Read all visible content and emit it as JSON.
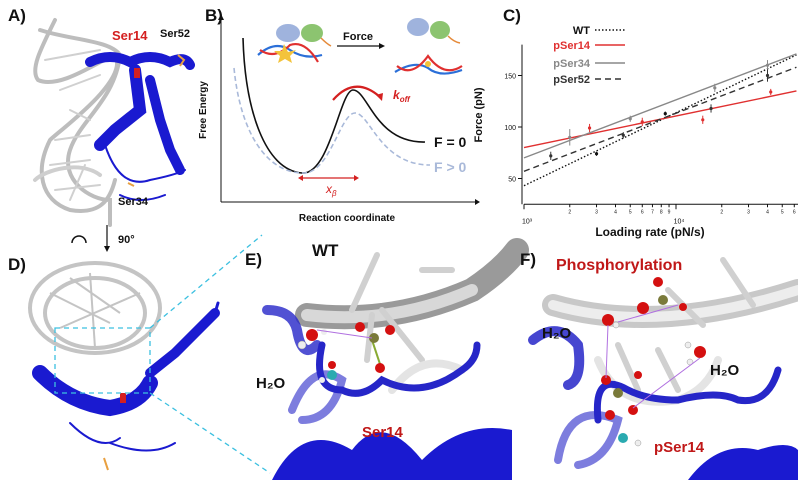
{
  "panels": {
    "a": {
      "label": "A)",
      "ser14": "Ser14",
      "ser52": "Ser52",
      "ser34": "Ser34",
      "rotation": "90°"
    },
    "b": {
      "label": "B)",
      "force": "Force",
      "k": "k",
      "k_sub": "off",
      "x": "x",
      "x_sub": "β",
      "f0": "F = 0",
      "fpos": "F > 0",
      "ylabel": "Free Energy",
      "xlabel": "Reaction coordinate"
    },
    "c": {
      "label": "C)"
    },
    "d": {
      "label": "D)"
    },
    "e": {
      "label": "E)",
      "title": "WT",
      "water": "H₂O",
      "residue": "Ser14"
    },
    "f": {
      "label": "F)",
      "title": "Phosphorylation",
      "water1": "H₂O",
      "water2": "H₂O",
      "residue": "pSer14"
    }
  },
  "colors": {
    "protein": "#1a1ad0",
    "dna": "#c8c8c8",
    "highlight": "#d42020",
    "guide": "#3cc0e0",
    "f_pos_curve": "#a9b9d9"
  },
  "chart_data": {
    "type": "scatter",
    "xlabel": "Loading rate (pN/s)",
    "ylabel": "Force (pN)",
    "xscale": "log",
    "xlim": [
      1000,
      62000
    ],
    "ylim": [
      25,
      180
    ],
    "yticks": [
      50,
      100,
      150
    ],
    "xticks_major": [
      {
        "v": 1000,
        "label": "10³"
      },
      {
        "v": 10000,
        "label": "10⁴"
      }
    ],
    "xticks_minor": [
      {
        "v": 2000,
        "label": "2"
      },
      {
        "v": 3000,
        "label": "3"
      },
      {
        "v": 4000,
        "label": "4"
      },
      {
        "v": 5000,
        "label": "5"
      },
      {
        "v": 6000,
        "label": "6"
      },
      {
        "v": 7000,
        "label": "7"
      },
      {
        "v": 8000,
        "label": "8"
      },
      {
        "v": 9000,
        "label": "9"
      },
      {
        "v": 20000,
        "label": "2"
      },
      {
        "v": 30000,
        "label": "3"
      },
      {
        "v": 40000,
        "label": "4"
      },
      {
        "v": 50000,
        "label": "5"
      },
      {
        "v": 60000,
        "label": "6"
      }
    ],
    "legend_position": "top-left",
    "series": [
      {
        "name": "WT",
        "color": "#111111",
        "dash": "1.5,2",
        "fit": [
          [
            1000,
            43
          ],
          [
            62000,
            170
          ]
        ],
        "points": [
          [
            3000,
            74,
            2
          ],
          [
            8500,
            113,
            2
          ]
        ]
      },
      {
        "name": "pSer14",
        "color": "#e03030",
        "dash": "",
        "fit": [
          [
            1000,
            80
          ],
          [
            62000,
            135
          ]
        ],
        "points": [
          [
            2700,
            99,
            4
          ],
          [
            6000,
            105,
            4
          ],
          [
            15000,
            107,
            4
          ],
          [
            42000,
            134,
            3
          ]
        ]
      },
      {
        "name": "pSer34",
        "color": "#888888",
        "dash": "",
        "fit": [
          [
            1000,
            70
          ],
          [
            62000,
            171
          ]
        ],
        "points": [
          [
            2000,
            90,
            8
          ],
          [
            5000,
            108,
            3
          ],
          [
            18000,
            138,
            4
          ],
          [
            40000,
            160,
            5
          ]
        ]
      },
      {
        "name": "pSer52",
        "color": "#333333",
        "dash": "6,4",
        "fit": [
          [
            1000,
            57
          ],
          [
            62000,
            158
          ]
        ],
        "points": [
          [
            1500,
            72,
            4
          ],
          [
            4500,
            92,
            3
          ],
          [
            17000,
            118,
            4
          ],
          [
            40000,
            150,
            6
          ]
        ]
      }
    ]
  }
}
